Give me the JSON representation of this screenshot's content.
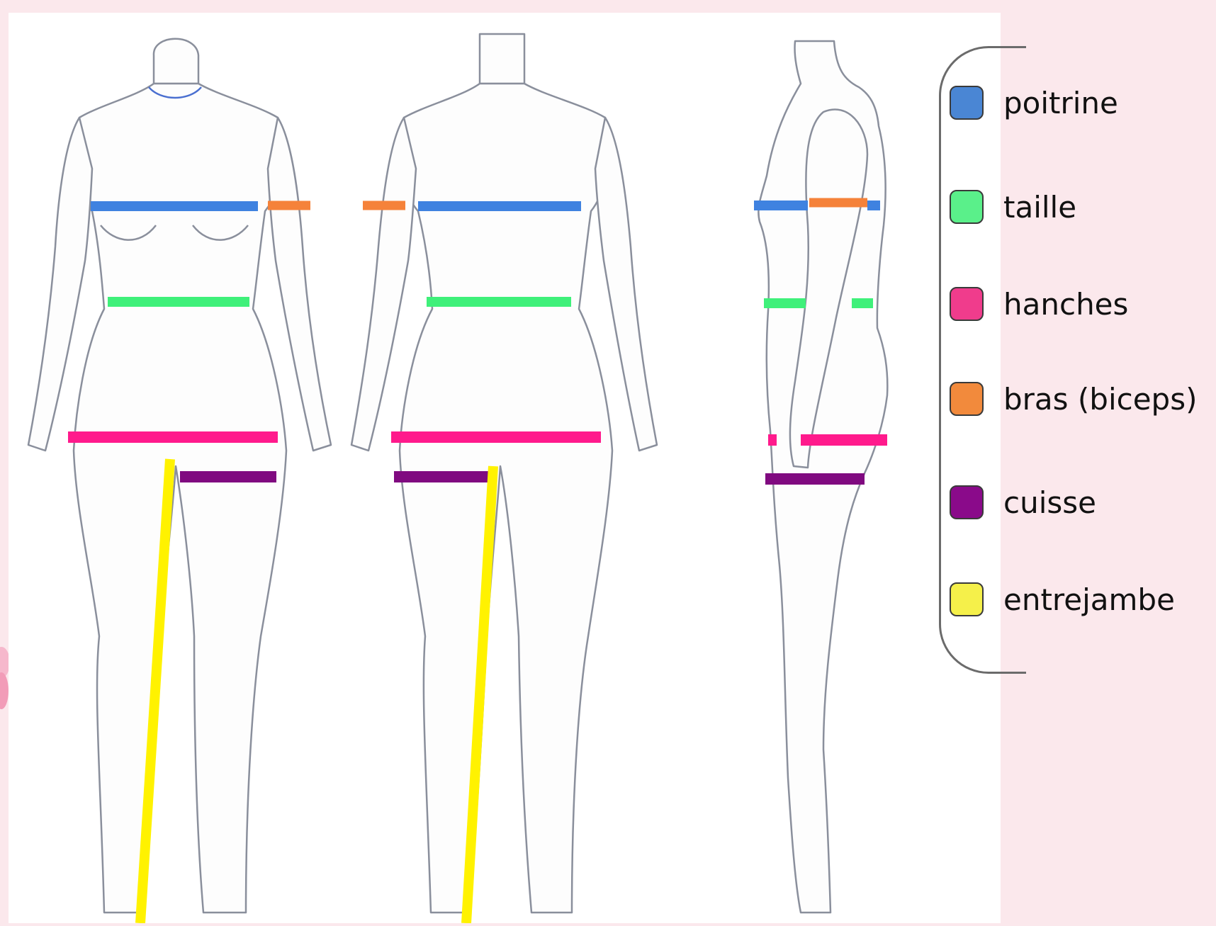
{
  "legend": {
    "items": [
      {
        "key": "poitrine",
        "label": "poitrine",
        "color": "#4a86d4"
      },
      {
        "key": "taille",
        "label": "taille",
        "color": "#5af08a"
      },
      {
        "key": "hanches",
        "label": "hanches",
        "color": "#f03c8c"
      },
      {
        "key": "bras",
        "label": "bras (biceps)",
        "color": "#f28a3c"
      },
      {
        "key": "cuisse",
        "label": "cuisse",
        "color": "#8a0a8a"
      },
      {
        "key": "entrejambe",
        "label": "entrejambe",
        "color": "#f5f04a"
      }
    ]
  },
  "colors": {
    "background": "#fbe8ec",
    "panel": "#ffffff",
    "outline": "#8a8f9c"
  },
  "figures": [
    "front-view",
    "back-view",
    "side-view"
  ]
}
